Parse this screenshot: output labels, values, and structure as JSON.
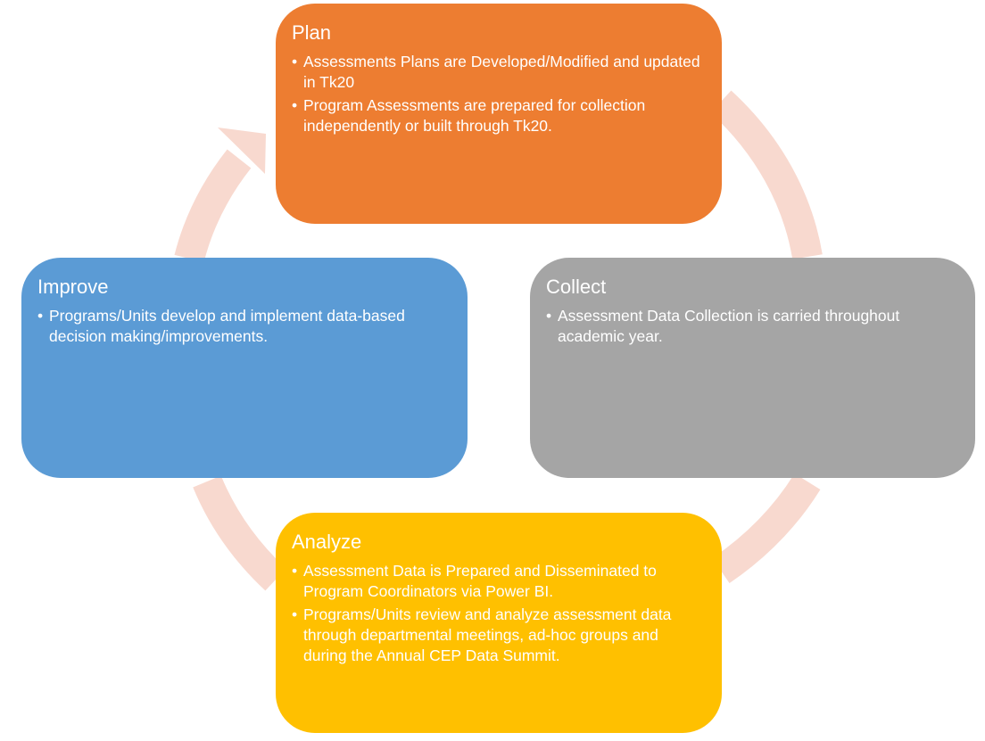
{
  "colors": {
    "plan": "#ED7D31",
    "collect": "#A5A5A5",
    "analyze": "#FFC000",
    "improve": "#5B9BD5",
    "cycle_arrow": "#F8D9CF"
  },
  "stages": {
    "plan": {
      "title": "Plan",
      "bullets": [
        "Assessments Plans are Developed/Modified and updated in Tk20",
        "Program Assessments are prepared for collection independently or built through Tk20."
      ]
    },
    "collect": {
      "title": "Collect",
      "bullets": [
        "Assessment Data Collection is carried throughout academic year."
      ]
    },
    "analyze": {
      "title": "Analyze",
      "bullets": [
        "Assessment Data is Prepared and Disseminated to Program Coordinators via Power BI.",
        "Programs/Units review and analyze assessment data through departmental meetings, ad-hoc groups and during the Annual CEP Data Summit."
      ]
    },
    "improve": {
      "title": "Improve",
      "bullets": [
        "Programs/Units develop and implement data-based decision making/improvements."
      ]
    }
  }
}
